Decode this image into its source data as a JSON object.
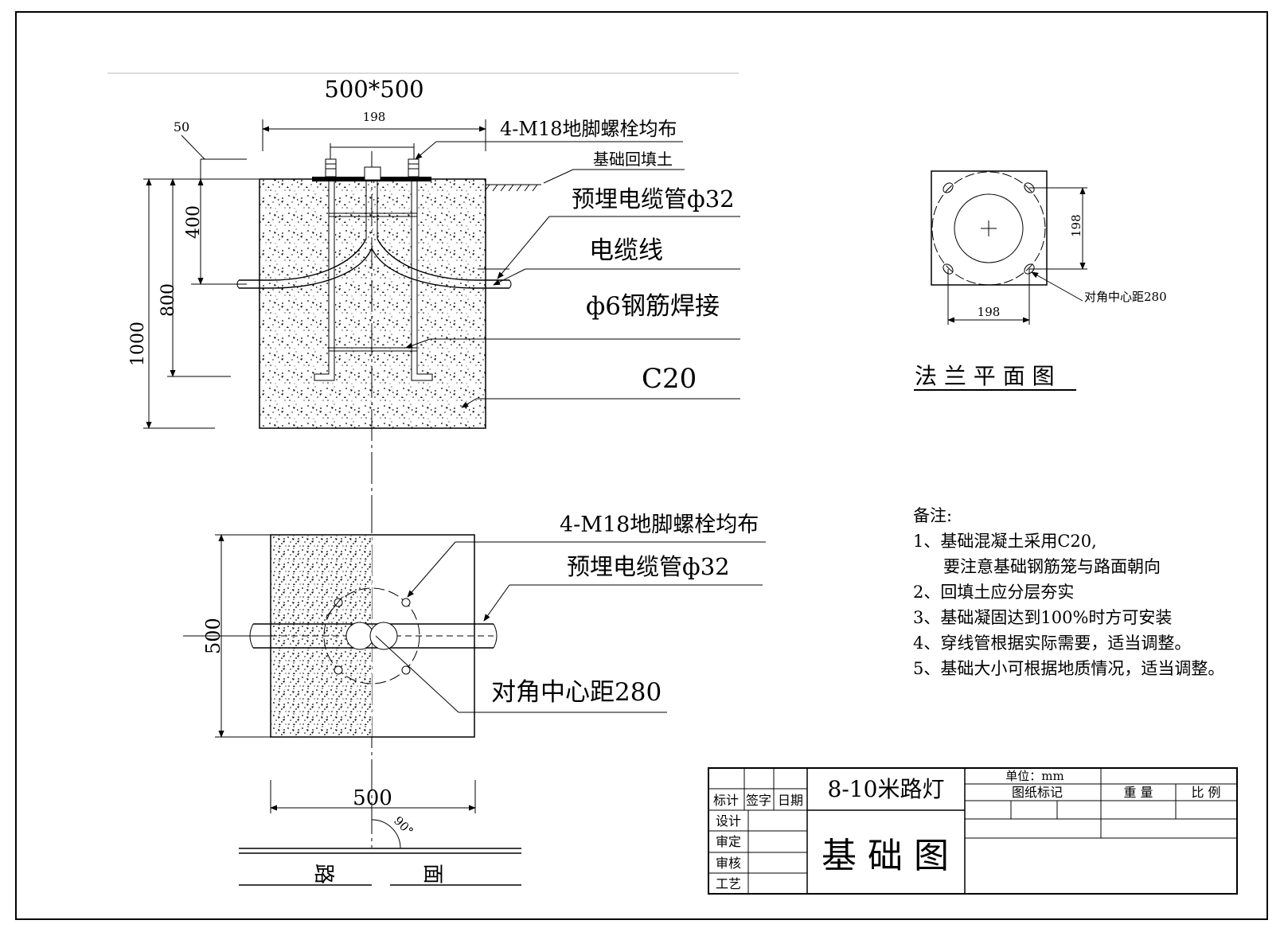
{
  "elevation": {
    "size_label": "500*500",
    "bolt_span": "198",
    "offset": "50",
    "bolt_label": "4-M18地脚螺栓均布",
    "backfill_label": "基础回填土",
    "conduit_label": "预埋电缆管ф32",
    "cable_label": "电缆线",
    "rebar_label": "ф6钢筋焊接",
    "concrete_label": "C20",
    "dim_400": "400",
    "dim_800": "800",
    "dim_1000": "1000"
  },
  "flange": {
    "dim_h": "198",
    "dim_v": "198",
    "diag_label": "对角中心距280",
    "title": "法 兰 平 面 图"
  },
  "plan": {
    "bolt_label": "4-M18地脚螺栓均布",
    "conduit_label": "预埋电缆管ф32",
    "diag_label": "对角中心距280",
    "dim_side": "500",
    "dim_bottom": "500",
    "angle": "90°",
    "road_left": "路",
    "road_right": "面"
  },
  "notes": {
    "title": "备注:",
    "items": [
      "1、基础混凝土采用C20,",
      "   要注意基础钢筋笼与路面朝向",
      "2、回填土应分层夯实",
      "3、基础凝固达到100%时方可安装",
      "4、穿线管根据实际需要，适当调整。",
      "5、基础大小可根据地质情况，适当调整。"
    ]
  },
  "title_block": {
    "project": "8-10米路灯",
    "drawing_name": "基 础 图",
    "unit": "单位：mm",
    "drawing_mark": "图纸标记",
    "weight": "重 量",
    "scale": "比 例",
    "mark": "标计",
    "sign": "签字",
    "date": "日期",
    "design": "设计",
    "review": "审定",
    "check": "审核",
    "process": "工艺"
  }
}
